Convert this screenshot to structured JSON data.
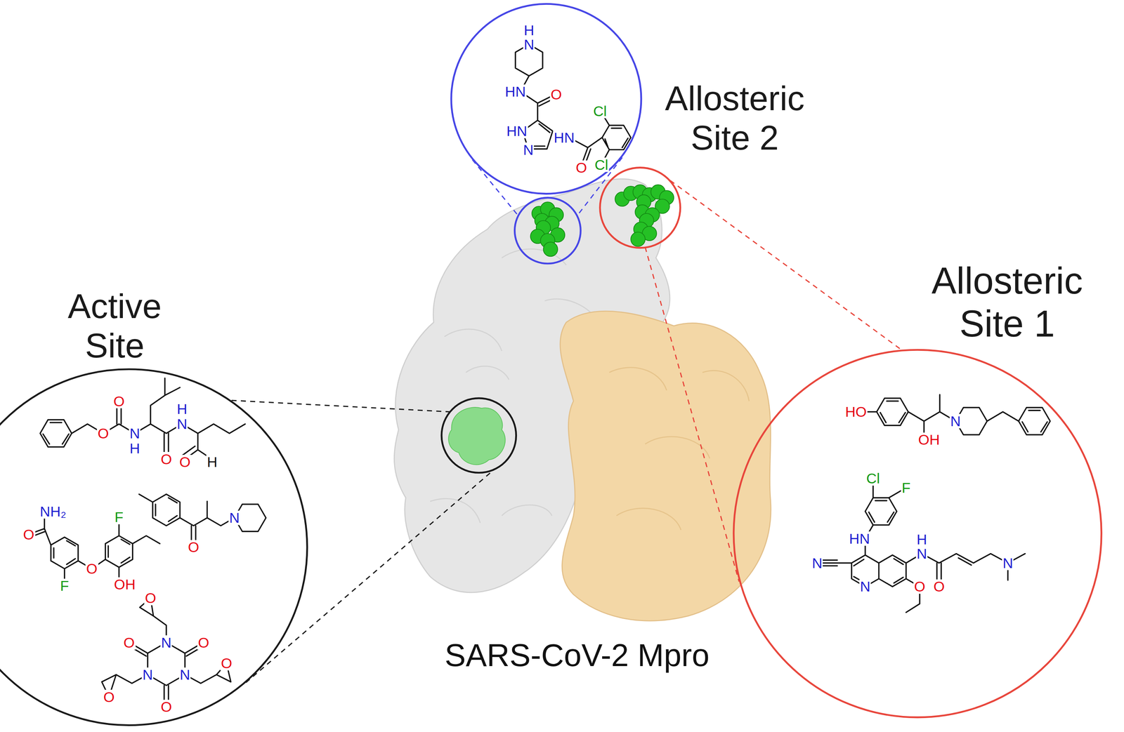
{
  "diagram": {
    "nodes": [
      {
        "text": [
          "Active Site"
        ]
      },
      {
        "text": [
          "Allosteric Site 2"
        ]
      },
      {
        "text": [
          "Allosteric Site 1"
        ]
      }
    ],
    "labels": [
      "SARS-CoV-2 Mpro",
      "H",
      "N",
      "HN",
      "O",
      "Cl",
      "HN",
      "HN",
      "N",
      "Cl",
      "O",
      "O",
      "H",
      "N",
      "O",
      "N",
      "H",
      "O",
      "O",
      "H",
      "NH₂",
      "F",
      "O",
      "O",
      "OH",
      "F",
      "N",
      "O",
      "O",
      "O",
      "N",
      "O",
      "O",
      "N",
      "N",
      "O",
      "O",
      "HO",
      "N",
      "OH",
      "Cl",
      "F",
      "HN",
      "H",
      "N",
      "N",
      "N",
      "O",
      "N",
      "O"
    ]
  }
}
